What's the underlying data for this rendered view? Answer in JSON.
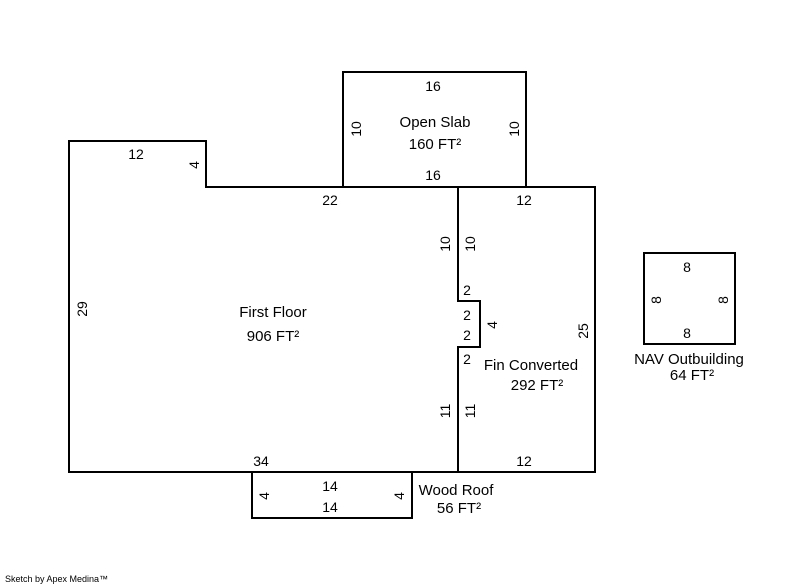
{
  "areas": {
    "first_floor": {
      "name": "First Floor",
      "area": "906 FT²",
      "dims": {
        "top_left": "12",
        "notch": "4",
        "top_mid": "22",
        "left": "29",
        "bottom": "34",
        "inner_upper": "10",
        "inner_lower": "11",
        "jog_top": "2",
        "jog_side": "2",
        "jog_bottom": "2"
      }
    },
    "open_slab": {
      "name": "Open Slab",
      "area": "160 FT²",
      "dims": {
        "top": "16",
        "left": "10",
        "right": "10",
        "bottom": "16"
      }
    },
    "fin_converted": {
      "name": "Fin Converted",
      "area": "292 FT²",
      "dims": {
        "top": "12",
        "right": "25",
        "bottom": "12",
        "left_upper": "10",
        "left_lower": "11",
        "jog_top": "2",
        "jog_side": "4",
        "jog_bottom": "2"
      }
    },
    "wood_roof": {
      "name": "Wood Roof",
      "area": "56 FT²",
      "dims": {
        "top": "14",
        "bottom": "14",
        "left": "4",
        "right": "4"
      }
    },
    "nav_outbuilding": {
      "name": "NAV Outbuilding",
      "area": "64 FT²",
      "dims": {
        "top": "8",
        "bottom": "8",
        "left": "8",
        "right": "8"
      }
    }
  },
  "credit": "Sketch by Apex Medina™"
}
